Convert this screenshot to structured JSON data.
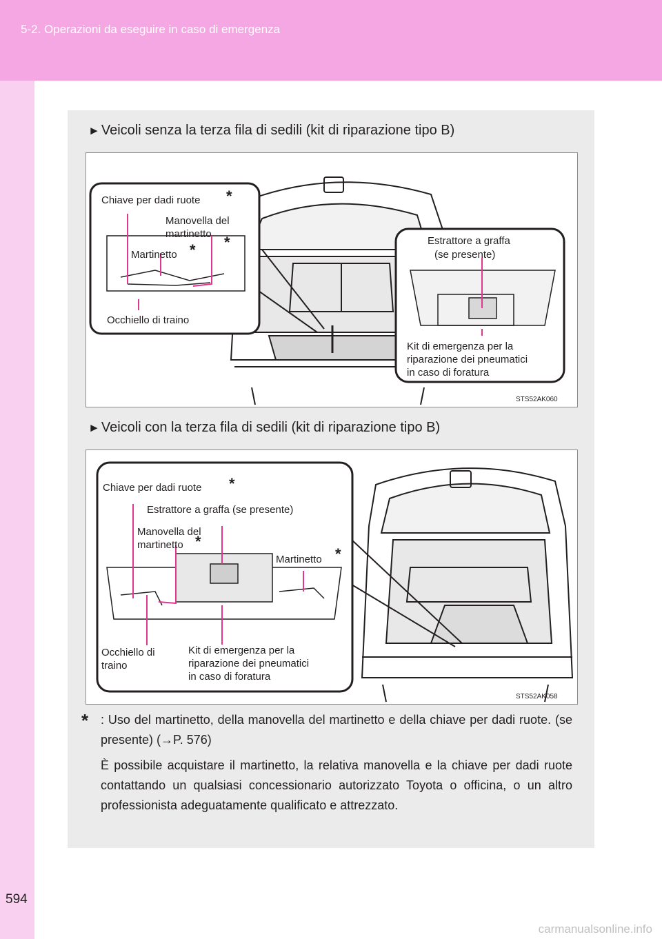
{
  "header": {
    "section": "5-2. Operazioni da eseguire in caso di emergenza"
  },
  "page_number": "594",
  "sections": [
    {
      "heading": "Veicoli senza la terza fila di sedili (kit di riparazione tipo B)",
      "figure_code": "STS52AK060",
      "labels": {
        "wrench": "Chiave per dadi ruote",
        "handle_1": "Manovella del",
        "handle_2": "martinetto",
        "jack": "Martinetto",
        "towing_eye": "Occhiello di traino",
        "hook_1": "Estrattore a graffa",
        "hook_2": "(se presente)",
        "kit_1": "Kit di emergenza per la",
        "kit_2": "riparazione dei pneumatici",
        "kit_3": "in caso di foratura"
      }
    },
    {
      "heading": "Veicoli con la terza fila di sedili (kit di riparazione tipo B)",
      "figure_code": "STS52AK058",
      "labels": {
        "wrench": "Chiave per dadi ruote",
        "hook": "Estrattore a graffa (se presente)",
        "handle_1": "Manovella del",
        "handle_2": "martinetto",
        "jack": "Martinetto",
        "towing_eye_1": "Occhiello di",
        "towing_eye_2": "traino",
        "kit_1": "Kit di emergenza per la",
        "kit_2": "riparazione dei pneumatici",
        "kit_3": "in caso di foratura"
      }
    }
  ],
  "asterisk": "*",
  "arrow_glyph": "►",
  "footnote": {
    "mark": "*",
    "text": ": Uso del martinetto, della manovella del martinetto e della chiave per dadi ruote. (se presente) (→P. 576)",
    "paragraph": "È possibile acquistare il martinetto, la relativa manovella e la chiave per dadi ruote contattando un qualsiasi concessionario autorizzato Toyota o officina, o un altro professionista adeguatamente qualificato e attrezzato."
  },
  "watermark": "carmanualsonline.info",
  "colors": {
    "header": "#f4a7e3",
    "side": "#fad0f0",
    "callout_line": "#e0368f",
    "box": "#ebebeb"
  }
}
